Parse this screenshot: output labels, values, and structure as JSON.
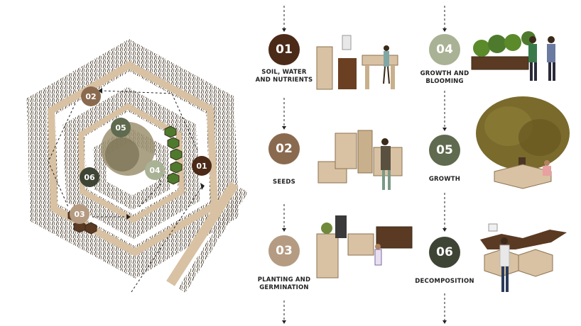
{
  "colors": {
    "s01": "#4b2a17",
    "s02": "#8a6a4f",
    "s03": "#b59b82",
    "s04": "#a9b294",
    "s05": "#5f6a4e",
    "s06": "#3f4535",
    "wood": "#d8c2a3",
    "grass": "#3d3224"
  },
  "stages": [
    {
      "num": "01",
      "label1": "SOIL, WATER",
      "label2": "AND NUTRIENTS"
    },
    {
      "num": "02",
      "label1": "SEEDS",
      "label2": ""
    },
    {
      "num": "03",
      "label1": "PLANTING AND",
      "label2": "GERMINATION"
    },
    {
      "num": "04",
      "label1": "GROWTH AND",
      "label2": "BLOOMING"
    },
    {
      "num": "05",
      "label1": "GROWTH",
      "label2": ""
    },
    {
      "num": "06",
      "label1": "DECOMPOSITION",
      "label2": ""
    }
  ]
}
